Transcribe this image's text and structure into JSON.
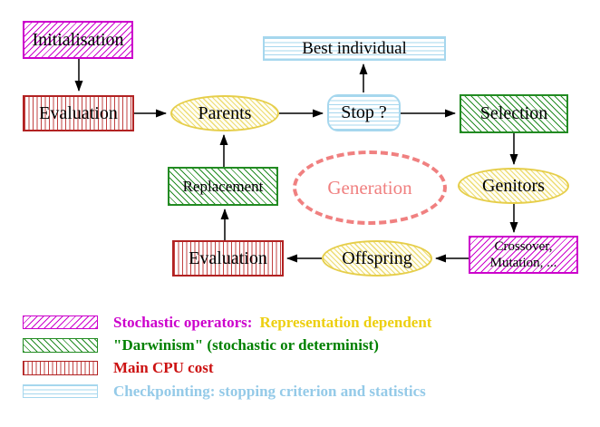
{
  "diagram": {
    "nodes": {
      "initialisation": {
        "label": "Initialisation"
      },
      "evaluation_top": {
        "label": "Evaluation"
      },
      "parents": {
        "label": "Parents"
      },
      "best_individual": {
        "label": "Best individual"
      },
      "stop": {
        "label": "Stop ?"
      },
      "selection": {
        "label": "Selection"
      },
      "genitors": {
        "label": "Genitors"
      },
      "crossover_mutation": {
        "line1": "Crossover,",
        "line2": "Mutation, ..."
      },
      "offspring": {
        "label": "Offspring"
      },
      "evaluation_bottom": {
        "label": "Evaluation"
      },
      "replacement": {
        "label": "Replacement"
      },
      "generation": {
        "label": "Generation"
      }
    },
    "legend": [
      {
        "swatch": "magenta-diagonal-hatch",
        "text": "Stochastic operators:",
        "text2": "Representation dependent"
      },
      {
        "swatch": "green-diagonal-hatch",
        "text": "\"Darwinism\" (stochastic or determinist)"
      },
      {
        "swatch": "red-vertical-stripes",
        "text": "Main CPU cost"
      },
      {
        "swatch": "cyan-horizontal-stripes",
        "text": "Checkpointing: stopping criterion and statistics"
      }
    ]
  },
  "colors": {
    "magenta": "#CC00CC",
    "magenta-text": "#CC00CC",
    "red-border": "#B22222",
    "red-stripe": "#C04040",
    "red-text": "#CC1111",
    "green-border": "#228B22",
    "green-text": "#008000",
    "cyan-border": "#A6D7EE",
    "cyan-text": "#94CAE8",
    "yellow-border": "#E6CE4A",
    "yellow-hatch": "#EDDC74",
    "salmon": "#F08080",
    "gold-text": "#EDCF10"
  }
}
